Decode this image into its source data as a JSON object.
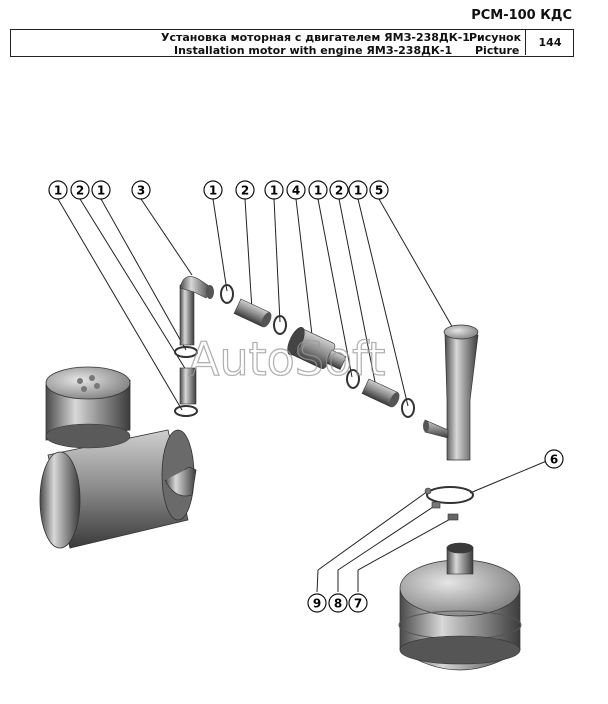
{
  "header": {
    "model": "РСМ-100 КДС",
    "title_ru": "Установка моторная с двигателем ЯМЗ-238ДК-1",
    "title_en": "Installation motor with engine ЯМЗ-238ДК-1",
    "picture_label_ru": "Рисунок",
    "picture_label_en": "Picture",
    "picture_number": "144"
  },
  "watermark": "AutoSoft",
  "callouts": {
    "c1": "1",
    "c2": "2",
    "c3": "1",
    "c4": "3",
    "c5": "1",
    "c6": "2",
    "c7": "1",
    "c8": "4",
    "c9": "1",
    "c10": "2",
    "c11": "1",
    "c12": "5",
    "c13": "6",
    "c14": "9",
    "c15": "8",
    "c16": "7"
  }
}
